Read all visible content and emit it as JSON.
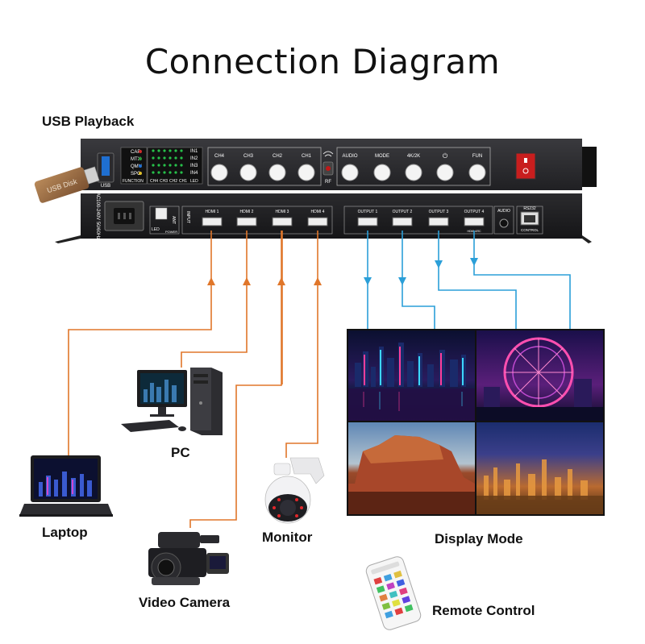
{
  "title": "Connection Diagram",
  "labels": {
    "usb_playback": "USB Playback",
    "pc": "PC",
    "laptop": "Laptop",
    "monitor": "Monitor",
    "video_camera": "Video Camera",
    "display_mode": "Display Mode",
    "remote_control": "Remote Control"
  },
  "front_panel": {
    "usb_disk": "USB Disk",
    "usb": "USB",
    "functions": [
      "CAP",
      "MTX",
      "QMV",
      "SPC",
      "FUNCTION"
    ],
    "led_rows": [
      "IN1",
      "IN2",
      "IN3",
      "IN4",
      "LED"
    ],
    "led_cols": [
      "CH4",
      "CH3",
      "CH2",
      "CH1"
    ],
    "channel_buttons": [
      "CH4",
      "CH3",
      "CH2",
      "CH1"
    ],
    "rf": "RF",
    "function_buttons": [
      "AUDIO",
      "MODE",
      "4K/2K",
      "⏻",
      "FUN"
    ]
  },
  "rear_panel": {
    "power_spec": "AC100-240V 50/60Hz",
    "ant": "ANT",
    "led": "LED",
    "power": "POWER",
    "input": "INPUT",
    "hdmi_inputs": [
      "HDMI 1",
      "HDMI 2",
      "HDMI 3",
      "HDMI 4"
    ],
    "hdmi_outputs": [
      "OUTPUT 1",
      "OUTPUT 2",
      "OUTPUT 3",
      "OUTPUT 4"
    ],
    "audio": "AUDIO",
    "rs232": "RS232",
    "control": "CONTROL",
    "hdmi_arc": "HDMI ARC"
  },
  "colors": {
    "input_line": "#e0762a",
    "output_line": "#2b9fd8",
    "device_body": "#1c1c1e"
  }
}
